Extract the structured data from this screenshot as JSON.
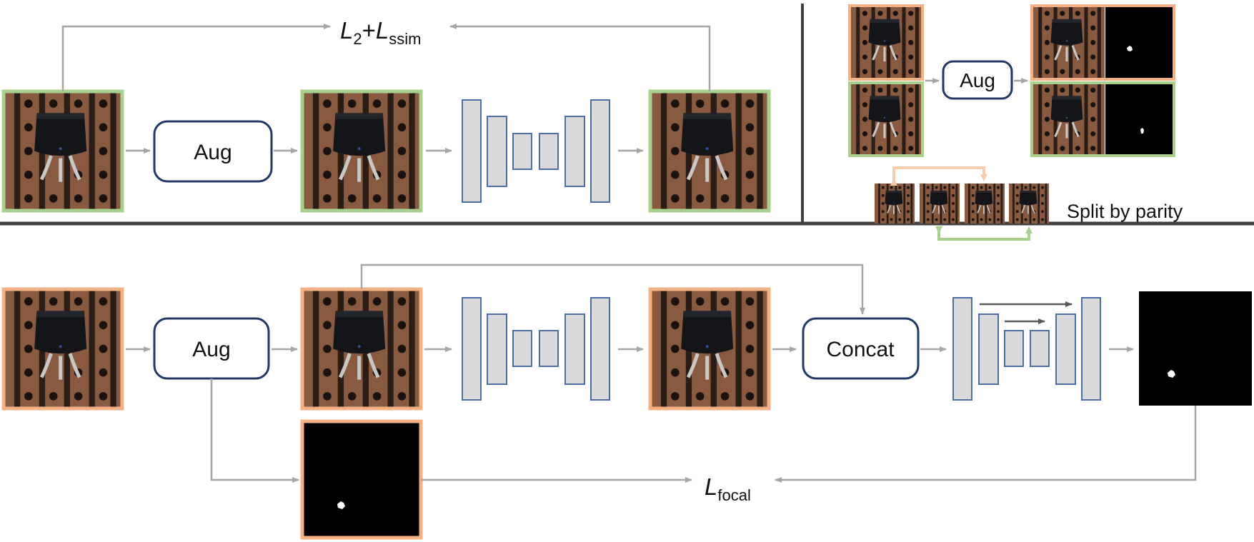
{
  "labels": {
    "aug": "Aug",
    "concat": "Concat",
    "split": "Split by parity",
    "loss_recon": {
      "main": "L",
      "sub1": "2",
      "plus": "+",
      "main2": "L",
      "sub2": "ssim"
    },
    "loss_focal": {
      "main": "L",
      "sub": "focal"
    }
  },
  "colors": {
    "arrow": "#a6a6a6",
    "skip_arrow": "#595959",
    "node_border": "#1f3864",
    "net_fill": "#d9d9d9",
    "net_border": "#4a6fa5",
    "frame_green": "#a9d18e",
    "frame_orange": "#f4b183",
    "divider": "#404040",
    "mask": "#000000"
  },
  "icons": {
    "photo": "pcb-transistor-thumbnail",
    "mask": "anomaly-mask-thumbnail"
  }
}
